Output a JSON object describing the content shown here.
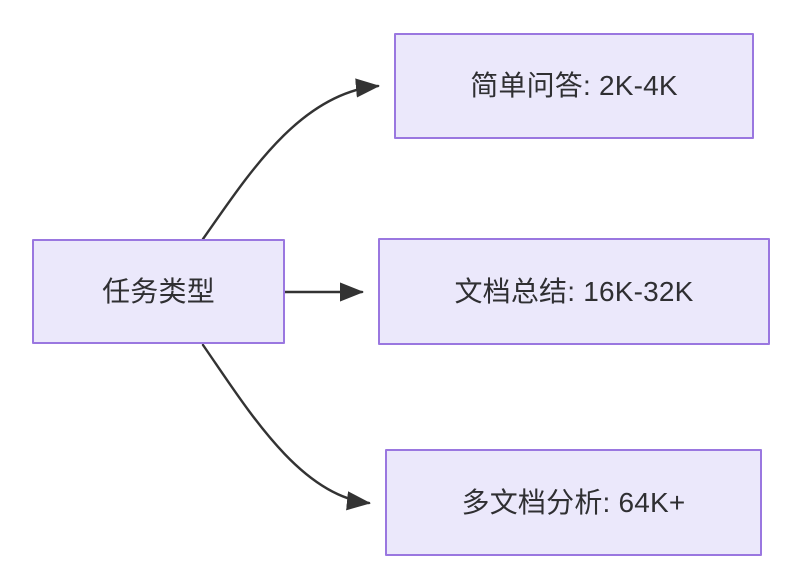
{
  "diagram": {
    "type": "flowchart",
    "direction": "left-to-right",
    "background_color": "#ffffff",
    "node_fill_color": "#ebe8fb",
    "node_border_color": "#9a77e0",
    "node_text_color": "#2f2f32",
    "edge_color": "#333333",
    "root": {
      "id": "root",
      "label": "任务类型"
    },
    "branches": [
      {
        "id": "simple-qa",
        "label": "简单问答: 2K-4K",
        "task": "简单问答",
        "context_length": "2K-4K",
        "edge": {
          "from": "root",
          "to": "simple-qa",
          "style": "curved",
          "arrowhead": "solid-triangle"
        }
      },
      {
        "id": "doc-summary",
        "label": "文档总结: 16K-32K",
        "task": "文档总结",
        "context_length": "16K-32K",
        "edge": {
          "from": "root",
          "to": "doc-summary",
          "style": "straight",
          "arrowhead": "solid-triangle"
        }
      },
      {
        "id": "multi-doc",
        "label": "多文档分析: 64K+",
        "task": "多文档分析",
        "context_length": "64K+",
        "edge": {
          "from": "root",
          "to": "multi-doc",
          "style": "curved",
          "arrowhead": "solid-triangle"
        }
      }
    ]
  }
}
